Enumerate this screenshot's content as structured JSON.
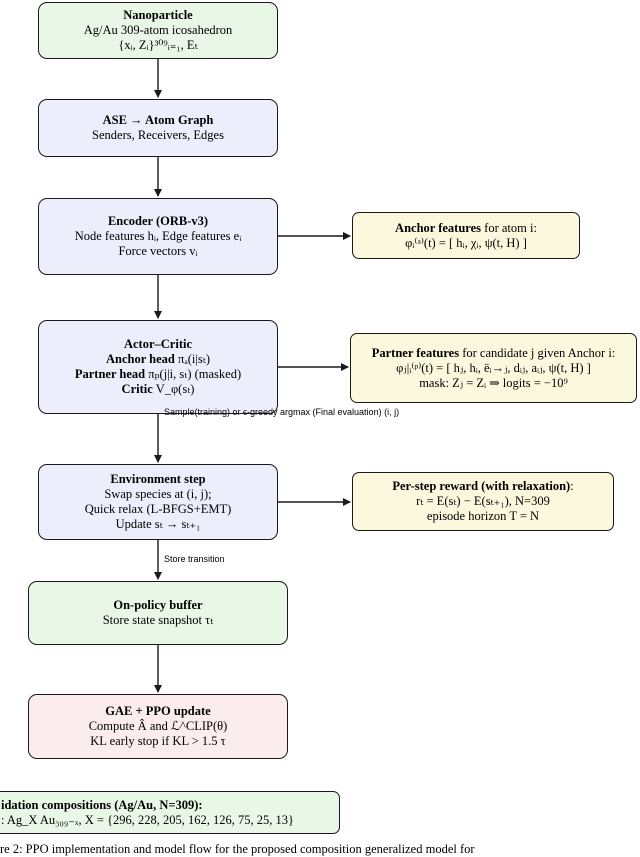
{
  "nodes": {
    "nanoparticle": {
      "title": "Nanoparticle",
      "line1": "Ag/Au 309-atom icosahedron",
      "line2": "{xᵢ, Zᵢ}³⁰⁹ᵢ₌₁,  Eₜ"
    },
    "ase": {
      "title": "ASE → Atom Graph",
      "line1": "Senders, Receivers, Edges"
    },
    "encoder": {
      "title": "Encoder (ORB-v3)",
      "line1": "Node features hᵢ, Edge features eᵢ",
      "line2": "Force vectors vᵢ"
    },
    "actor_critic": {
      "title": "Actor–Critic",
      "anchor_label": "Anchor head",
      "anchor_expr": "πₐ(i|sₜ)",
      "partner_label": "Partner head",
      "partner_expr": "πₚ(j|i, sₜ) (masked)",
      "critic_label": "Critic",
      "critic_expr": "V_φ(sₜ)"
    },
    "environment": {
      "title": "Environment step",
      "line1": "Swap species at (i, j);",
      "line2": "Quick relax (L-BFGS+EMT)",
      "line3": "Update sₜ  →  sₜ₊₁"
    },
    "buffer": {
      "title": "On-policy buffer",
      "line1": "Store state snapshot τₜ"
    },
    "ppo": {
      "title": "GAE + PPO update",
      "line1": "Compute Â and ℒ^CLIP(θ)",
      "line2": "KL early stop if KL  >  1.5 τ"
    },
    "anchor_features": {
      "title": "Anchor features",
      "title_rest": " for atom i:",
      "line1": "φᵢ⁽ᵃ⁾(t)  =  [ hᵢ,  χᵢ,  ψ(t, H) ]"
    },
    "partner_features": {
      "title": "Partner features",
      "title_rest": " for candidate j given Anchor i:",
      "line1": "φⱼ|ᵢ⁽ᵖ⁾(t) = [ hⱼ,  hᵢ,  ëᵢ→ⱼ,  dᵢⱼ,  aᵢⱼ,  ψ(t, H) ]",
      "line2": "mask:  Zⱼ  =  Zᵢ   ⇒   logits  =  −10⁹"
    },
    "reward": {
      "title": "Per-step reward (with relaxation)",
      "title_rest": ":",
      "line1": "rₜ  =  E(sₜ) − E(sₜ₊₁),    N=309",
      "line2": "episode horizon  T  =  N"
    },
    "validation": {
      "title": "idation compositions (Ag/Au, N=309):",
      "line1": ": Ag_X Au₃₀₉₋ₓ,     X = {296, 228, 205, 162, 126, 75, 25, 13}"
    }
  },
  "edge_labels": {
    "sample": "Sample(training) or ϵ-greedy argmax (Final evaluation) (i, j)",
    "store": "Store transition"
  },
  "caption": "re 2: PPO implementation and model flow for the proposed composition generalized model for"
}
